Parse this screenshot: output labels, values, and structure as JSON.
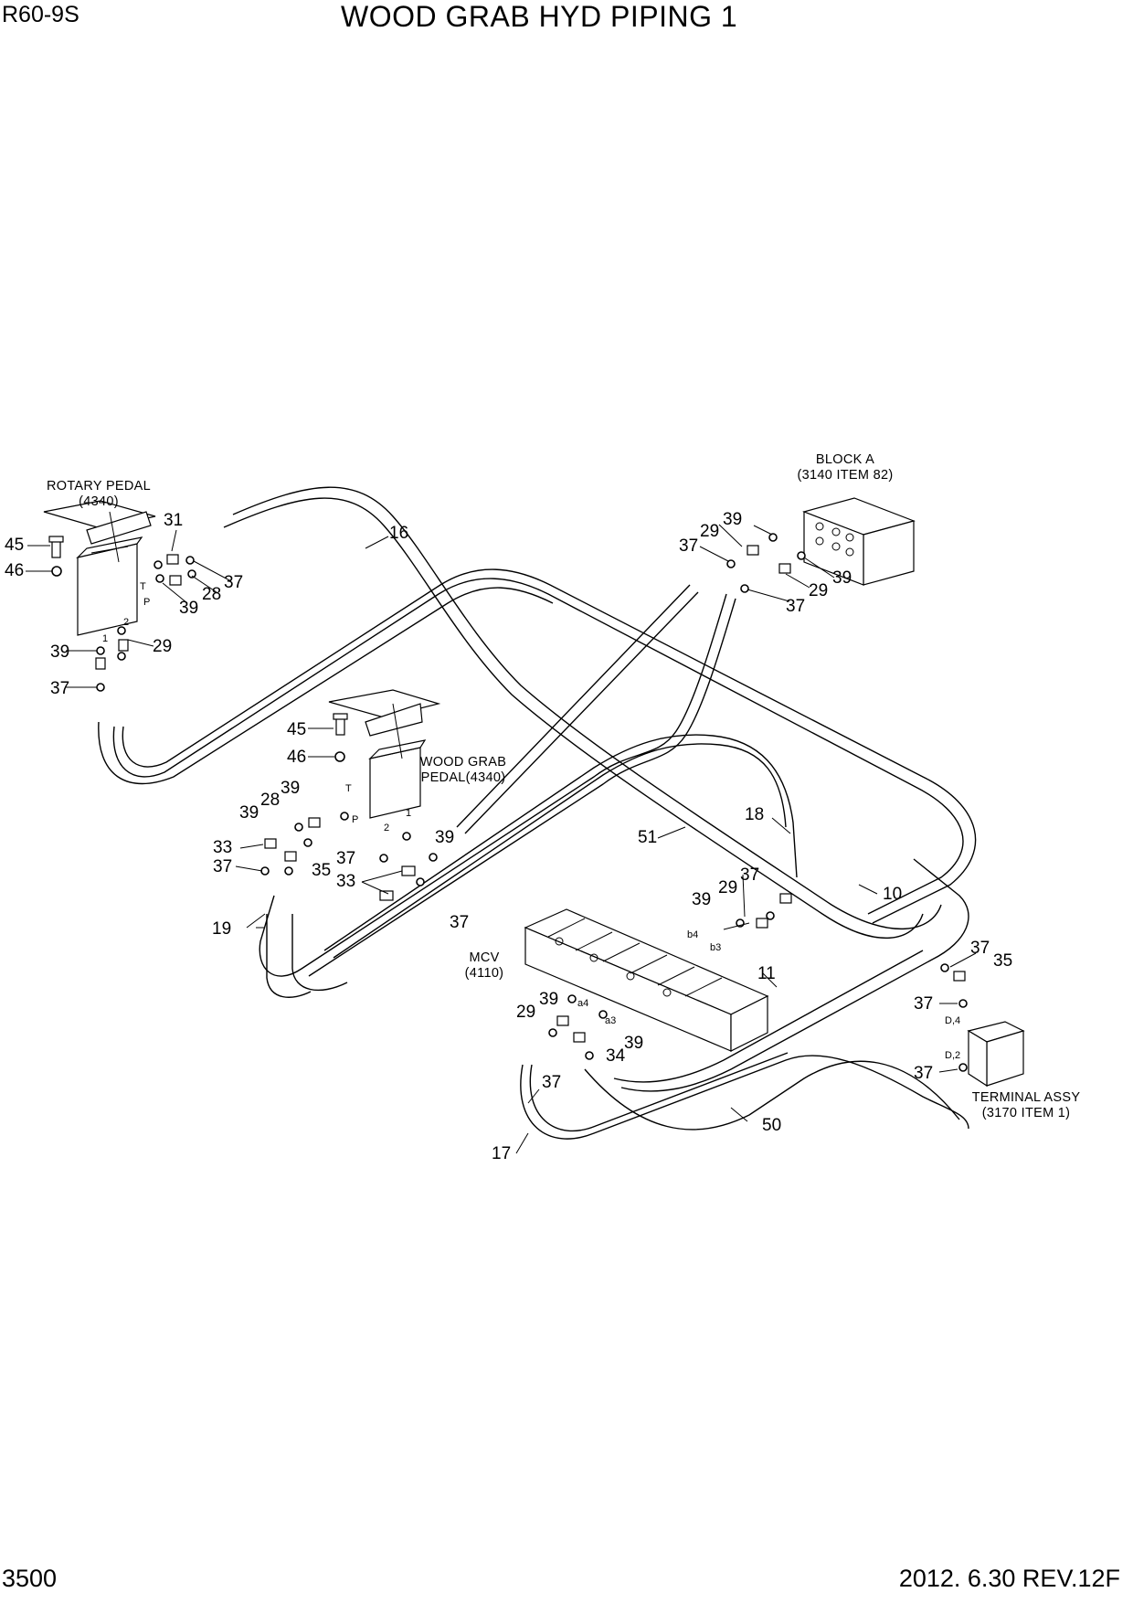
{
  "header": {
    "model": "R60-9S",
    "title": "WOOD GRAB HYD PIPING 1"
  },
  "footer": {
    "page": "3500",
    "revision": "2012. 6.30 REV.12F"
  },
  "component_labels": {
    "rotary_pedal": [
      "ROTARY PEDAL",
      "(4340)"
    ],
    "block_a": [
      "BLOCK A",
      "(3140 ITEM 82)"
    ],
    "wood_grab_pedal": [
      "WOOD GRAB",
      "PEDAL(4340)"
    ],
    "mcv": [
      "MCV",
      "(4110)"
    ],
    "terminal_assy": [
      "TERMINAL ASSY",
      "(3170 ITEM 1)"
    ]
  },
  "port_labels": [
    "T",
    "P",
    "1",
    "2",
    "T",
    "P",
    "2",
    "1",
    "b4",
    "b3",
    "a4",
    "a3",
    "D,4",
    "D,2"
  ],
  "callouts": [
    "45",
    "46",
    "31",
    "37",
    "28",
    "39",
    "29",
    "39",
    "37",
    "16",
    "29",
    "37",
    "39",
    "39",
    "29",
    "37",
    "45",
    "46",
    "39",
    "28",
    "39",
    "33",
    "37",
    "37",
    "35",
    "33",
    "39",
    "37",
    "51",
    "18",
    "10",
    "39",
    "29",
    "37",
    "19",
    "11",
    "37",
    "35",
    "37",
    "37",
    "29",
    "39",
    "34",
    "39",
    "37",
    "17",
    "50"
  ]
}
